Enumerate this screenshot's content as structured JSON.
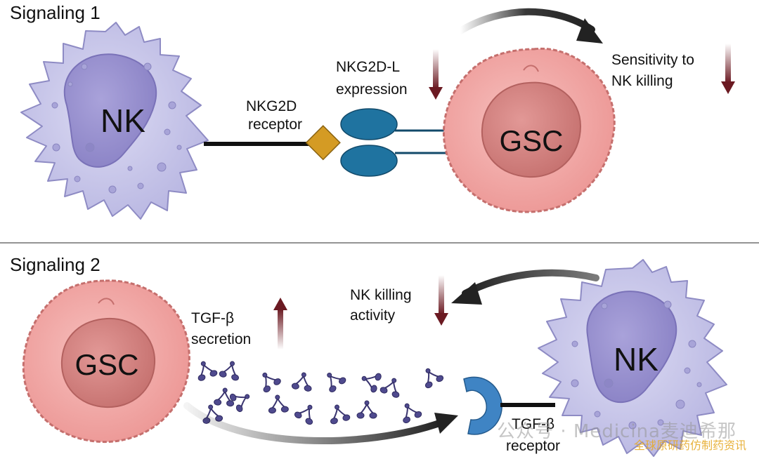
{
  "panel1": {
    "title": "Signaling 1",
    "nk_cell_label": "NK",
    "gsc_cell_label": "GSC",
    "receptor_label": [
      "NKG2D",
      "receptor"
    ],
    "ligand_label": [
      "NKG2D-L",
      "expression"
    ],
    "outcome_label": [
      "Sensitivity to",
      "NK killing"
    ],
    "ligand_expression_trend": "down",
    "outcome_trend": "down"
  },
  "panel2": {
    "title": "Signaling 2",
    "gsc_cell_label": "GSC",
    "nk_cell_label": "NK",
    "secretion_label": [
      "TGF-β",
      "secretion"
    ],
    "killing_label": [
      "NK killing",
      "activity"
    ],
    "receptor_label": [
      "TGF-β",
      "receptor"
    ],
    "secretion_trend": "up",
    "killing_trend": "down"
  },
  "watermark": {
    "line1": "公众号 · Medicina麦迪希那",
    "line2": "全球原研药仿制药资讯"
  },
  "colors": {
    "nk_cell": "#c9c8ea",
    "nk_nucleus": "#9a93d0",
    "gsc_cell": "#f2a8a6",
    "gsc_nucleus": "#d47e7c",
    "nkg2d_receptor": "#d49b24",
    "ligand": "#1f73a0",
    "trend_arrow": "#6b1a22",
    "tgf_molecule": "#4a4585",
    "tgf_receptor": "#3f84c4"
  }
}
